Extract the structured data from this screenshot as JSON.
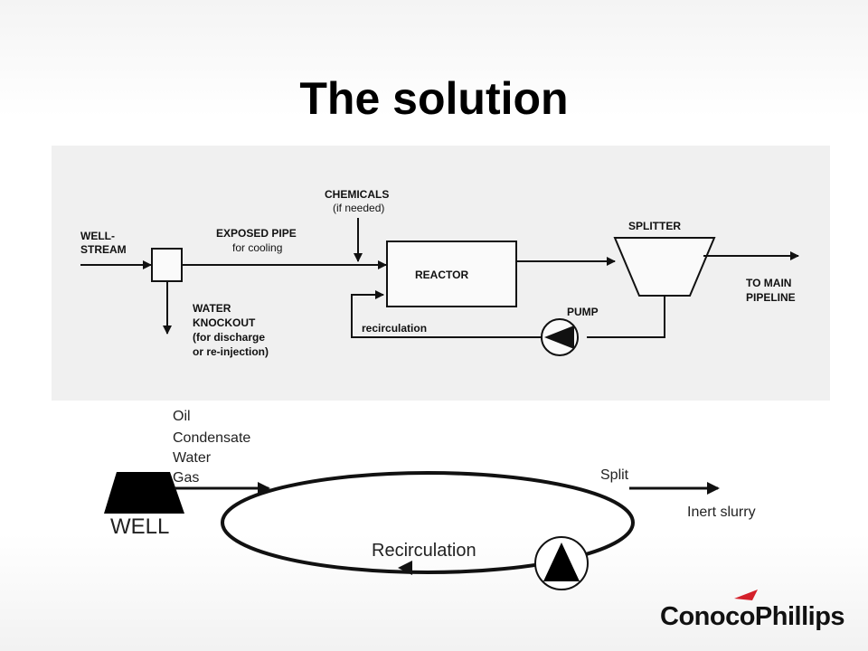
{
  "title": "The solution",
  "process_diagram": {
    "wellstream_line1": "WELL-",
    "wellstream_line2": "STREAM",
    "exposed_pipe_line1": "EXPOSED PIPE",
    "exposed_pipe_line2": "for cooling",
    "chemicals_line1": "CHEMICALS",
    "chemicals_line2": "(if needed)",
    "reactor": "REACTOR",
    "splitter": "SPLITTER",
    "to_main_line1": "TO MAIN",
    "to_main_line2": "PIPELINE",
    "pump": "PUMP",
    "recirculation": "recirculation",
    "water_knockout": [
      "WATER",
      "KNOCKOUT",
      "(for discharge",
      "or re-injection)"
    ]
  },
  "simplified_diagram": {
    "well_inputs": [
      "Oil",
      "Condensate",
      "Water",
      "Gas"
    ],
    "well": "WELL",
    "split": "Split",
    "inert_slurry": "Inert slurry",
    "recirculation": "Recirculation"
  },
  "logo": {
    "text": "ConocoPhillips",
    "accent_color": "#d4202a"
  },
  "colors": {
    "panel_bg": "#f0f0f0",
    "line": "#111111"
  }
}
